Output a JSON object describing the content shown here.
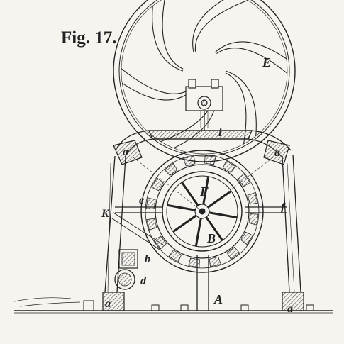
{
  "figure": {
    "title": "Fig. 17.",
    "labels": {
      "E": "E",
      "i": "i",
      "a_left": "a",
      "a_right": "a",
      "F": "F",
      "c": "c",
      "f": "f",
      "K": "K",
      "B": "B",
      "b": "b",
      "d": "d",
      "A": "A",
      "a_bottom_left": "a",
      "a_bottom_right": "a"
    }
  },
  "colors": {
    "ink": "#222222",
    "paper": "#f6f4ee",
    "hatch": "#555555"
  }
}
